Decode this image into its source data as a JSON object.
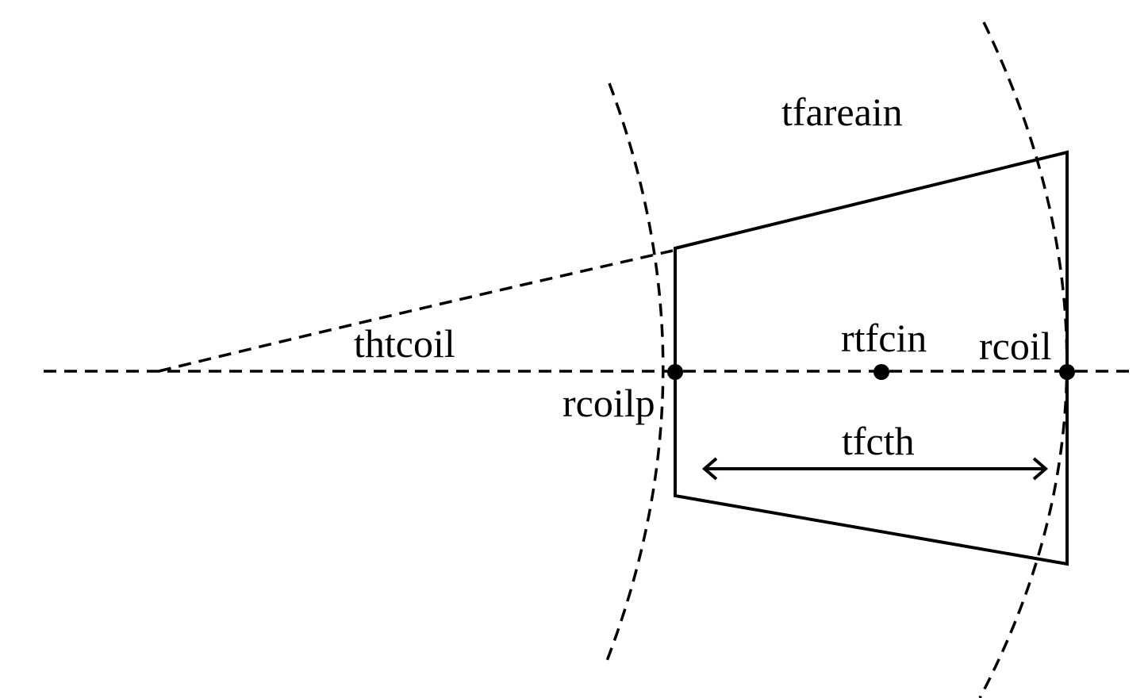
{
  "labels": {
    "tfareain": "tfareain",
    "thtcoil": "thtcoil",
    "rtfcin": "rtfcin",
    "rcoil": "rcoil",
    "rcoilp": "rcoilp",
    "tfcth": "tfcth"
  },
  "colors": {
    "stroke": "#000000",
    "background": "#ffffff"
  }
}
